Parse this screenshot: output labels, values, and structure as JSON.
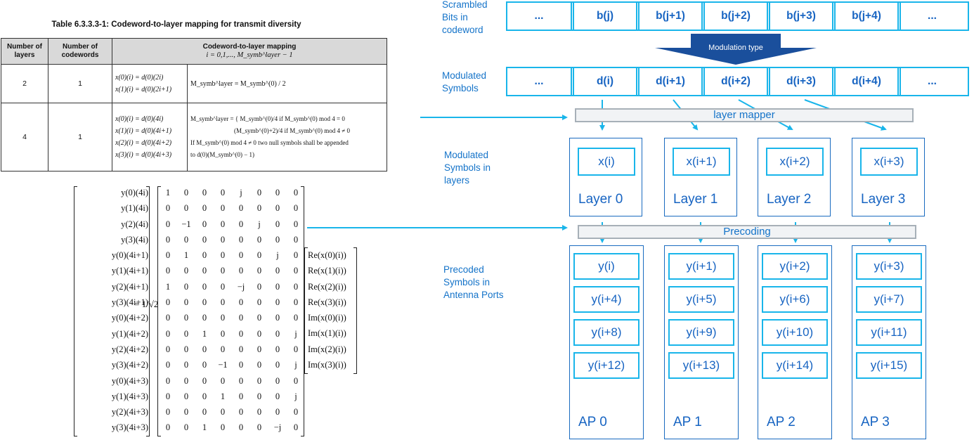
{
  "table": {
    "title": "Table 6.3.3.3-1: Codeword-to-layer mapping for transmit diversity",
    "headers": {
      "layers": "Number of layers",
      "codewords": "Number of codewords",
      "mapping": "Codeword-to-layer mapping",
      "mapping_sub": "i = 0,1,..., M_symb^layer − 1"
    },
    "rows": [
      {
        "layers": "2",
        "codewords": "1",
        "eqs": [
          "x(0)(i) = d(0)(2i)",
          "x(1)(i) = d(0)(2i+1)"
        ],
        "side": [
          "M_symb^layer = M_symb^(0) / 2"
        ]
      },
      {
        "layers": "4",
        "codewords": "1",
        "eqs": [
          "x(0)(i) = d(0)(4i)",
          "x(1)(i) = d(0)(4i+1)",
          "x(2)(i) = d(0)(4i+2)",
          "x(3)(i) = d(0)(4i+3)"
        ],
        "side": [
          "M_symb^layer = { M_symb^(0)/4      if M_symb^(0) mod 4 = 0",
          "                 (M_symb^(0)+2)/4  if M_symb^(0) mod 4 ≠ 0",
          "If M_symb^(0) mod 4 ≠ 0  two null symbols shall be appended",
          "to d(0)(M_symb^(0) − 1)"
        ]
      }
    ]
  },
  "matrix": {
    "y_vector": [
      "y(0)(4i)",
      "y(1)(4i)",
      "y(2)(4i)",
      "y(3)(4i)",
      "y(0)(4i+1)",
      "y(1)(4i+1)",
      "y(2)(4i+1)",
      "y(3)(4i+1)",
      "y(0)(4i+2)",
      "y(1)(4i+2)",
      "y(2)(4i+2)",
      "y(3)(4i+2)",
      "y(0)(4i+3)",
      "y(1)(4i+3)",
      "y(2)(4i+3)",
      "y(3)(4i+3)"
    ],
    "factor": "= 1/√2",
    "rows": [
      [
        "1",
        "0",
        "0",
        "0",
        "j",
        "0",
        "0",
        "0"
      ],
      [
        "0",
        "0",
        "0",
        "0",
        "0",
        "0",
        "0",
        "0"
      ],
      [
        "0",
        "−1",
        "0",
        "0",
        "0",
        "j",
        "0",
        "0"
      ],
      [
        "0",
        "0",
        "0",
        "0",
        "0",
        "0",
        "0",
        "0"
      ],
      [
        "0",
        "1",
        "0",
        "0",
        "0",
        "0",
        "j",
        "0"
      ],
      [
        "0",
        "0",
        "0",
        "0",
        "0",
        "0",
        "0",
        "0"
      ],
      [
        "1",
        "0",
        "0",
        "0",
        "−j",
        "0",
        "0",
        "0"
      ],
      [
        "0",
        "0",
        "0",
        "0",
        "0",
        "0",
        "0",
        "0"
      ],
      [
        "0",
        "0",
        "0",
        "0",
        "0",
        "0",
        "0",
        "0"
      ],
      [
        "0",
        "0",
        "1",
        "0",
        "0",
        "0",
        "0",
        "j"
      ],
      [
        "0",
        "0",
        "0",
        "0",
        "0",
        "0",
        "0",
        "0"
      ],
      [
        "0",
        "0",
        "0",
        "−1",
        "0",
        "0",
        "0",
        "j"
      ],
      [
        "0",
        "0",
        "0",
        "0",
        "0",
        "0",
        "0",
        "0"
      ],
      [
        "0",
        "0",
        "0",
        "1",
        "0",
        "0",
        "0",
        "j"
      ],
      [
        "0",
        "0",
        "0",
        "0",
        "0",
        "0",
        "0",
        "0"
      ],
      [
        "0",
        "0",
        "1",
        "0",
        "0",
        "0",
        "−j",
        "0"
      ]
    ],
    "x_vector": [
      "Re(x(0)(i))",
      "Re(x(1)(i))",
      "Re(x(2)(i))",
      "Re(x(3)(i))",
      "Im(x(0)(i))",
      "Im(x(1)(i))",
      "Im(x(2)(i))",
      "Im(x(3)(i))"
    ]
  },
  "diagram": {
    "labels": {
      "scrambled": "Scrambled Bits in codeword",
      "modulated": "Modulated Symbols",
      "layers": "Modulated Symbols in layers",
      "precoded": "Precoded Symbols in Antenna Ports"
    },
    "bits_row": [
      "...",
      "b(j)",
      "b(j+1)",
      "b(j+2)",
      "b(j+3)",
      "b(j+4)",
      "..."
    ],
    "modulation_type": "Modulation type",
    "symbols_row": [
      "...",
      "d(i)",
      "d(i+1)",
      "d(i+2)",
      "d(i+3)",
      "d(i+4)",
      "..."
    ],
    "layer_mapper": "layer mapper",
    "layers": [
      {
        "symbol": "x(i)",
        "name": "Layer 0"
      },
      {
        "symbol": "x(i+1)",
        "name": "Layer 1"
      },
      {
        "symbol": "x(i+2)",
        "name": "Layer 2"
      },
      {
        "symbol": "x(i+3)",
        "name": "Layer 3"
      }
    ],
    "precoding": "Precoding",
    "ports": [
      {
        "name": "AP 0",
        "symbols": [
          "y(i)",
          "y(i+4)",
          "y(i+8)",
          "y(i+12)"
        ]
      },
      {
        "name": "AP 1",
        "symbols": [
          "y(i+1)",
          "y(i+5)",
          "y(i+9)",
          "y(i+13)"
        ]
      },
      {
        "name": "AP 2",
        "symbols": [
          "y(i+2)",
          "y(i+6)",
          "y(i+10)",
          "y(i+14)"
        ]
      },
      {
        "name": "AP 3",
        "symbols": [
          "y(i+3)",
          "y(i+7)",
          "y(i+11)",
          "y(i+15)"
        ]
      }
    ],
    "colors": {
      "accent": "#19b5ea",
      "text": "#1764c2",
      "banner": "#1a4f9c",
      "bar": "#a7b0b8"
    }
  }
}
